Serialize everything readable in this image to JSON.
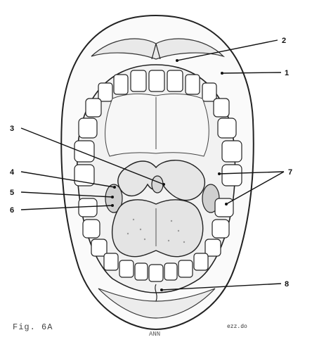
{
  "figure": {
    "caption": "Fig. 6A",
    "signature": "ezz.do",
    "bottom_mark": "ANN"
  },
  "labels": [
    "1",
    "2",
    "3",
    "4",
    "5",
    "6",
    "7",
    "8"
  ]
}
